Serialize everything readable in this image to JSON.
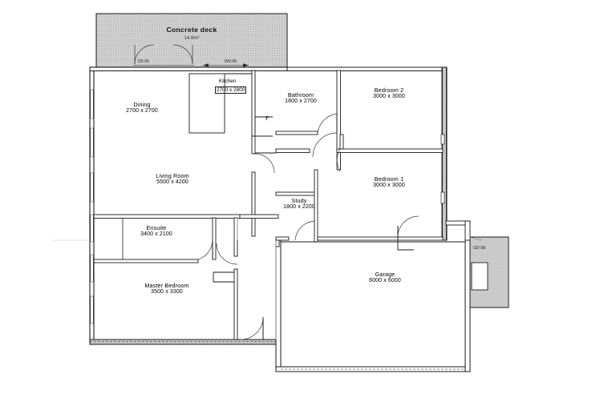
{
  "document": {
    "type": "architectural-floor-plan",
    "background_color": "#ffffff",
    "line_color": "#000000",
    "hatch_color": "#b8b8b8"
  },
  "deck": {
    "name": "Concrete deck",
    "area": "14.6m²"
  },
  "rooms": [
    {
      "id": "dining",
      "name": "Dining",
      "dimensions": "2700 x 2700"
    },
    {
      "id": "kitchen",
      "name": "Kitchen",
      "dimensions": "2700 x 2800"
    },
    {
      "id": "living-room",
      "name": "Living Room",
      "dimensions": "5500 x 4200"
    },
    {
      "id": "bathroom",
      "name": "Bathroom",
      "dimensions": "1800 x 2700"
    },
    {
      "id": "bedroom-2",
      "name": "Bedroom 2",
      "dimensions": "3000 x 3000"
    },
    {
      "id": "bedroom-1",
      "name": "Bedroom 1",
      "dimensions": "3000 x 3000"
    },
    {
      "id": "study",
      "name": "Study",
      "dimensions": "1800 x 2200"
    },
    {
      "id": "ensuite",
      "name": "Ensuite",
      "dimensions": "3400 x 2100"
    },
    {
      "id": "master-bedroom",
      "name": "Master Bedroom",
      "dimensions": "3500 x 3300"
    },
    {
      "id": "garage",
      "name": "Garage",
      "dimensions": "6000 x 6000"
    }
  ],
  "tags": {
    "deck_door": "D0.06",
    "deck_window": "W0.06",
    "garage_door": "GD 08",
    "pantry_marker": "P"
  }
}
